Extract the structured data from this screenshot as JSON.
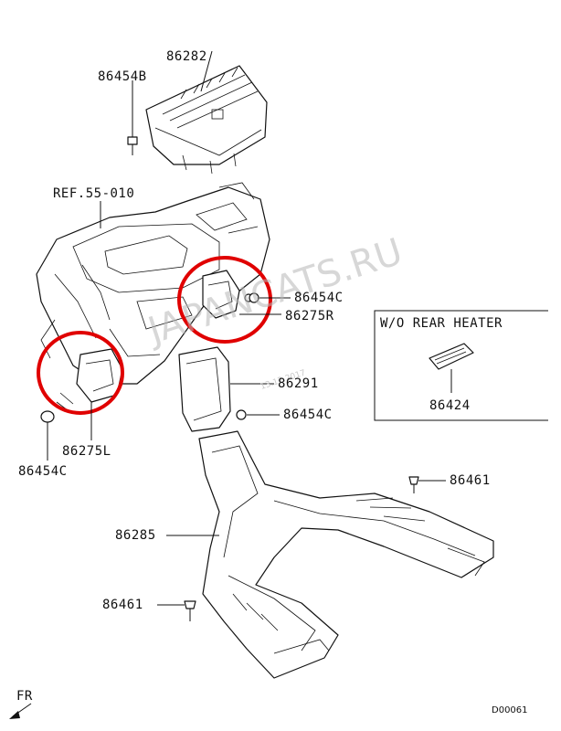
{
  "labels": {
    "p86282": "86282",
    "p86454b": "86454B",
    "ref": "REF.55-010",
    "p86454c_right": "86454C",
    "p86275r": "86275R",
    "p86291": "86291",
    "p86454c_mid": "86454C",
    "p86275l": "86275L",
    "p86454c_left": "86454C",
    "p86461_top": "86461",
    "p86285": "86285",
    "p86461_bottom": "86461",
    "p86424": "86424",
    "fr": "FR",
    "code": "D00061"
  },
  "inset": {
    "title": "W/O REAR HEATER"
  },
  "watermark": "JAPANCATS.RU",
  "stamp": "13.12.2017",
  "colors": {
    "highlight": "#e00000",
    "line": "#111111",
    "watermark": "#b8b8b8"
  }
}
